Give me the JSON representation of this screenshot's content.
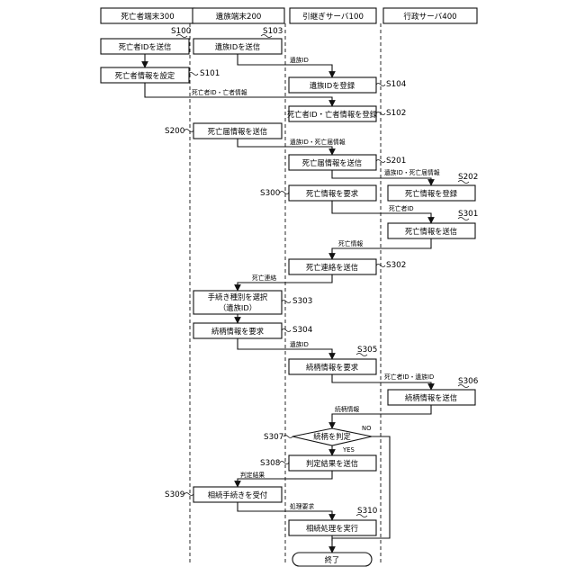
{
  "lanes": [
    "死亡者端末300",
    "遺族端末200",
    "引継ぎサーバ100",
    "行政サーバ400"
  ],
  "steps": {
    "s100": {
      "id": "S100",
      "label": "死亡者IDを送信"
    },
    "s101": {
      "id": "S101",
      "label": "死亡者情報を設定"
    },
    "s103": {
      "id": "S103",
      "label": "遺族IDを送信"
    },
    "s104": {
      "id": "S104",
      "label": "遺族IDを登録"
    },
    "s102": {
      "id": "S102",
      "label": "死亡者ID・亡者情報を登録"
    },
    "s200": {
      "id": "S200",
      "label": "死亡届情報を送信"
    },
    "s201": {
      "id": "S201",
      "label": "死亡届情報を送信"
    },
    "s202": {
      "id": "S202",
      "label": "死亡情報を登録"
    },
    "s300": {
      "id": "S300",
      "label": "死亡情報を要求"
    },
    "s301": {
      "id": "S301",
      "label": "死亡情報を送信"
    },
    "s302": {
      "id": "S302",
      "label": "死亡連絡を送信"
    },
    "s303": {
      "id": "S303",
      "label": "手続き種別を選択",
      "label2": "（遺族ID）"
    },
    "s304": {
      "id": "S304",
      "label": "続柄情報を要求"
    },
    "s305": {
      "id": "S305",
      "label": "続柄情報を要求"
    },
    "s306": {
      "id": "S306",
      "label": "続柄情報を送信"
    },
    "s307": {
      "id": "S307",
      "label": "続柄を判定"
    },
    "s308": {
      "id": "S308",
      "label": "判定結果を送信"
    },
    "s309": {
      "id": "S309",
      "label": "相続手続きを受付"
    },
    "s310": {
      "id": "S310",
      "label": "相続処理を実行"
    }
  },
  "end_label": "終了",
  "decision": {
    "no": "NO",
    "yes": "YES"
  },
  "messages": {
    "m_izoku_id_1": "遺族ID",
    "m_shibo_id_info": "死亡者ID・亡者情報",
    "m_izoku_todoke": "遺族ID・死亡届情報",
    "m_izoku_todoke_2": "遺族ID・死亡届情報",
    "m_shibo_id": "死亡者ID",
    "m_shibo_info": "死亡情報",
    "m_shibo_renraku": "死亡連絡",
    "m_izoku_id_2": "遺族ID",
    "m_shibo_izoku_id": "死亡者ID・遺族ID",
    "m_zokugara_info": "続柄情報",
    "m_hantei": "判定結果",
    "m_shori": "処理要求"
  }
}
